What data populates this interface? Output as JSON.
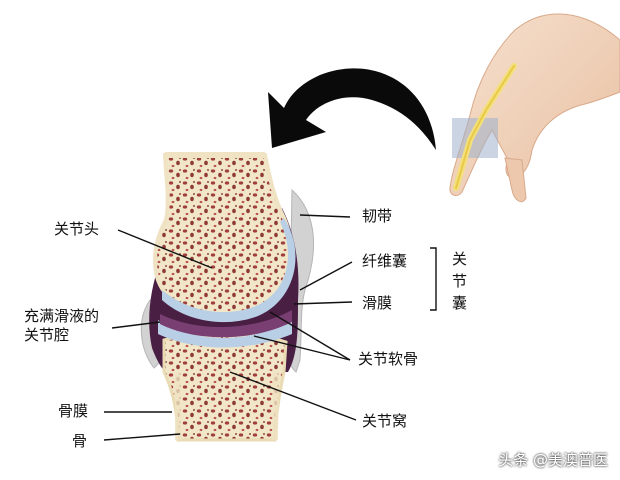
{
  "labels": {
    "articular_head": "关节头",
    "joint_cavity_line1": "充满滑液的",
    "joint_cavity_line2": "关节腔",
    "periosteum": "骨膜",
    "bone": "骨",
    "ligament": "韧带",
    "fibrous_membrane": "纤维囊",
    "synovial_membrane": "滑膜",
    "capsule_group": "关节囊",
    "articular_cartilage": "关节软骨",
    "articular_fossa": "关节窝"
  },
  "watermark": "头条 @美澳普医",
  "colors": {
    "bone_fill": "#f1e6c8",
    "bone_pore": "#a0403c",
    "capsule": "#4a1f44",
    "cartilage": "#b9cfe6",
    "ligament": "#c8c8c8",
    "arrow": "#0a0a0a",
    "skin": "#f2d2b8"
  },
  "icons": {
    "arrow": "curved-arrow-icon",
    "hand": "finger-joint-icon"
  }
}
